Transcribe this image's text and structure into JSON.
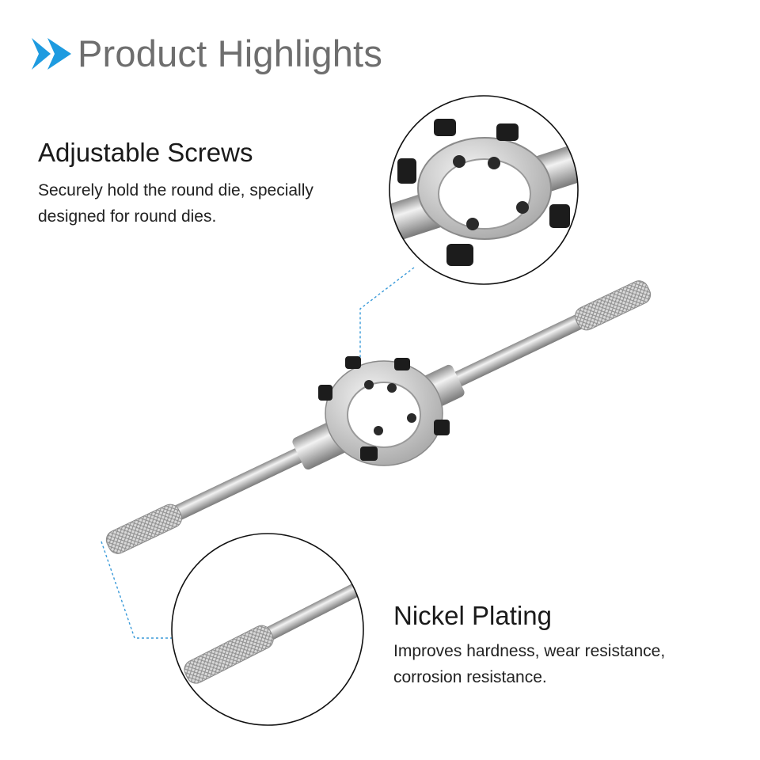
{
  "header": {
    "title": "Product Highlights",
    "icon": "double-chevron-right-icon",
    "accent_color": "#1e9be0"
  },
  "features": [
    {
      "title": "Adjustable Screws",
      "description_lines": [
        "Securely hold the round die, specially",
        "designed for round dies."
      ]
    },
    {
      "title": "Nickel Plating",
      "description_lines": [
        "Improves hardness, wear resistance,",
        "corrosion resistance."
      ]
    }
  ],
  "colors": {
    "callout_line": "#3a9ad9",
    "metal": "#c9c9c9",
    "screw": "#1c1c1c"
  }
}
